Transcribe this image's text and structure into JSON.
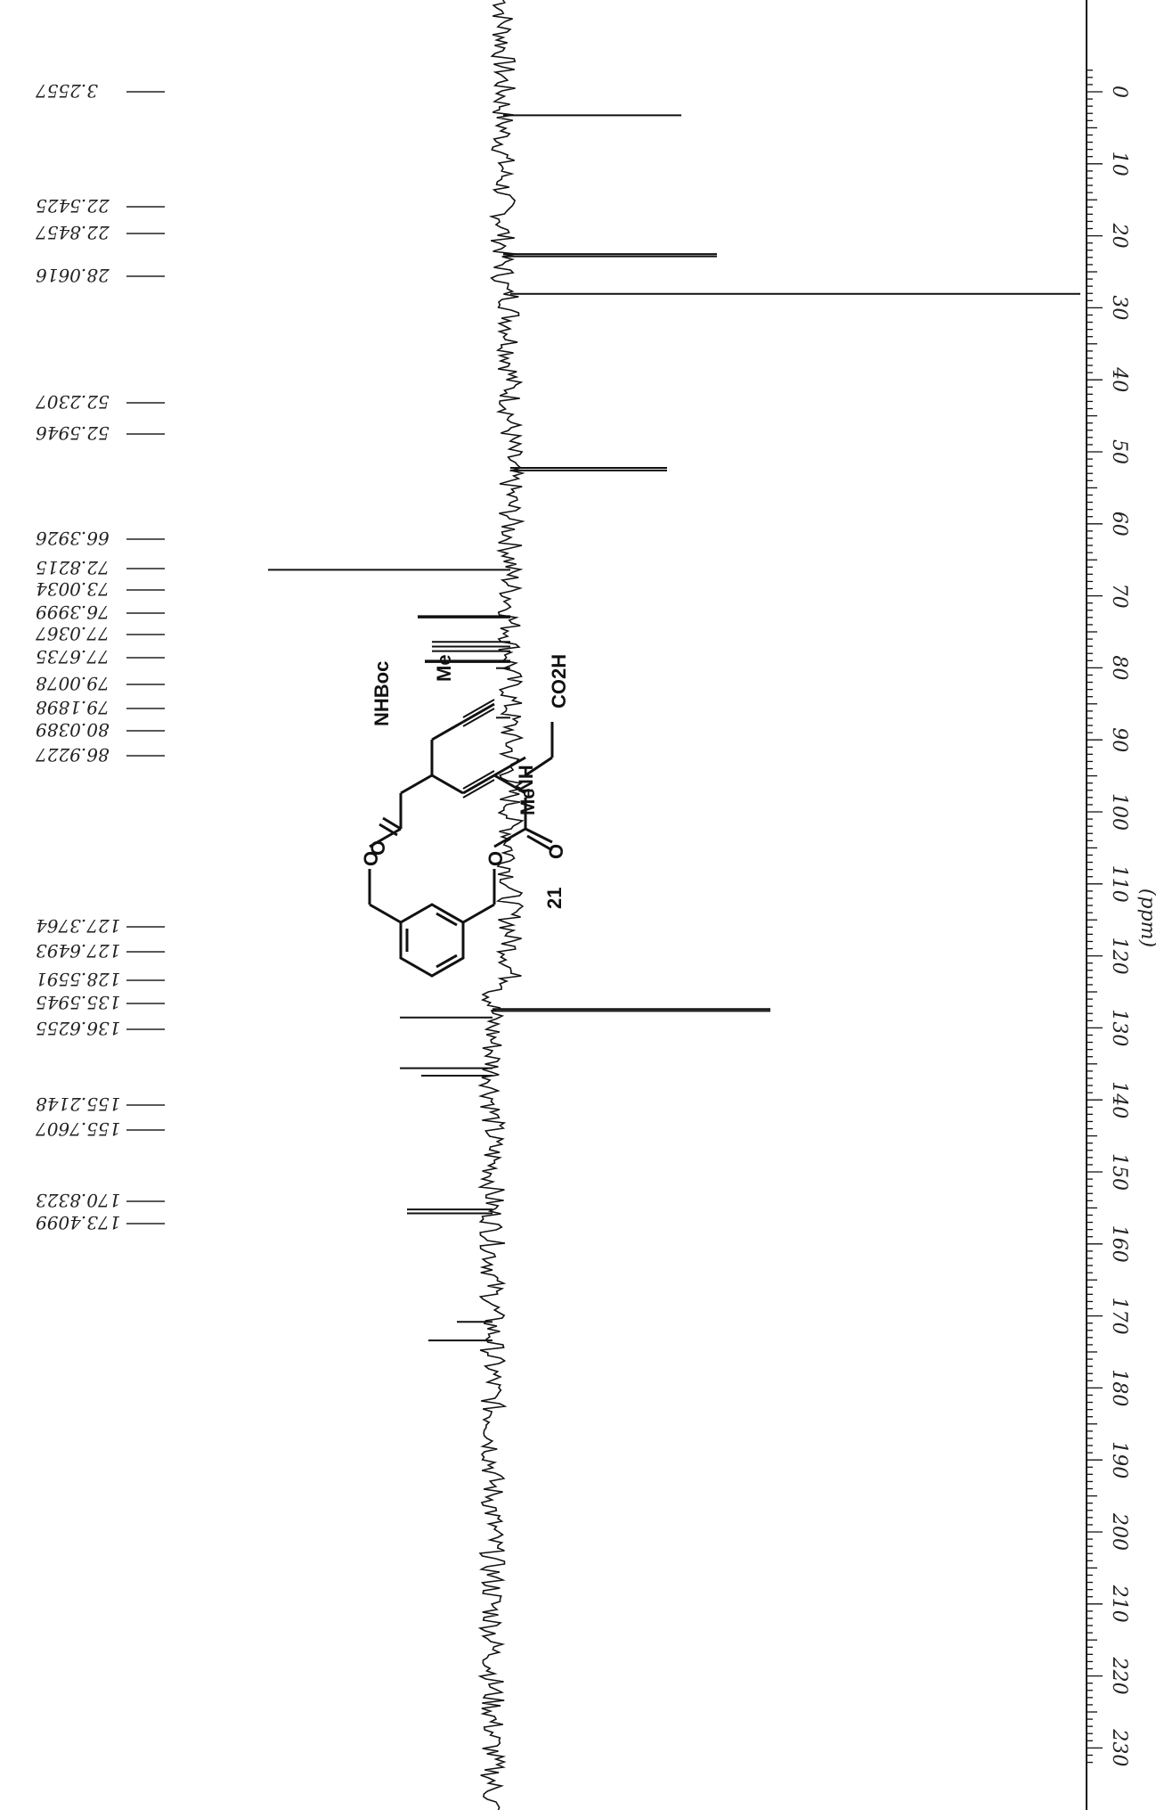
{
  "chart_data": {
    "type": "line",
    "orientation": "rotated-90",
    "xlabel": "(ppm)",
    "xlim": [
      -5,
      232
    ],
    "x_ticks": [
      0,
      10,
      20,
      30,
      40,
      50,
      60,
      70,
      80,
      90,
      100,
      110,
      120,
      130,
      140,
      150,
      160,
      170,
      180,
      190,
      200,
      210,
      220,
      230
    ],
    "x_tick_labels": [
      "0",
      "10",
      "20",
      "30",
      "40",
      "50",
      "60",
      "70",
      "80",
      "90",
      "100",
      "110",
      "120",
      "130",
      "140",
      "150",
      "160",
      "170",
      "180",
      "190",
      "200",
      "210",
      "220",
      "230"
    ],
    "peak_labels": [
      "3.2557",
      "22.5425",
      "22.8457",
      "28.0616",
      "52.2307",
      "52.5946",
      "66.3926",
      "72.8215",
      "73.0034",
      "76.3999",
      "77.0367",
      "77.6735",
      "79.0078",
      "79.1898",
      "80.0389",
      "86.9227",
      "127.3764",
      "127.6493",
      "128.5591",
      "135.5945",
      "136.6255",
      "155.2148",
      "155.7607",
      "170.8323",
      "173.4099"
    ],
    "peaks": [
      {
        "ppm": 3.26,
        "intensity": 0.25
      },
      {
        "ppm": 22.54,
        "intensity": 0.3
      },
      {
        "ppm": 22.85,
        "intensity": 0.3
      },
      {
        "ppm": 28.06,
        "intensity": 0.8
      },
      {
        "ppm": 52.23,
        "intensity": 0.22
      },
      {
        "ppm": 52.59,
        "intensity": 0.22
      },
      {
        "ppm": 66.39,
        "intensity": 0.34
      },
      {
        "ppm": 72.82,
        "intensity": 0.13
      },
      {
        "ppm": 73.0,
        "intensity": 0.13
      },
      {
        "ppm": 76.4,
        "intensity": 0.11
      },
      {
        "ppm": 77.04,
        "intensity": 0.11
      },
      {
        "ppm": 77.67,
        "intensity": 0.11
      },
      {
        "ppm": 79.01,
        "intensity": 0.12
      },
      {
        "ppm": 79.19,
        "intensity": 0.12
      },
      {
        "ppm": 80.04,
        "intensity": 0.02
      },
      {
        "ppm": 86.92,
        "intensity": 0.02
      },
      {
        "ppm": 127.38,
        "intensity": 0.39
      },
      {
        "ppm": 127.65,
        "intensity": 0.39
      },
      {
        "ppm": 128.56,
        "intensity": 0.13
      },
      {
        "ppm": 135.59,
        "intensity": 0.13
      },
      {
        "ppm": 136.63,
        "intensity": 0.1
      },
      {
        "ppm": 155.21,
        "intensity": 0.12
      },
      {
        "ppm": 155.76,
        "intensity": 0.12
      },
      {
        "ppm": 170.83,
        "intensity": 0.05
      },
      {
        "ppm": 173.41,
        "intensity": 0.09
      }
    ]
  },
  "structure": {
    "compound_number": "21",
    "labels": [
      "NHBoc",
      "Me",
      "CO2H",
      "NH",
      "Me",
      "O",
      "O",
      "O",
      "O"
    ]
  }
}
